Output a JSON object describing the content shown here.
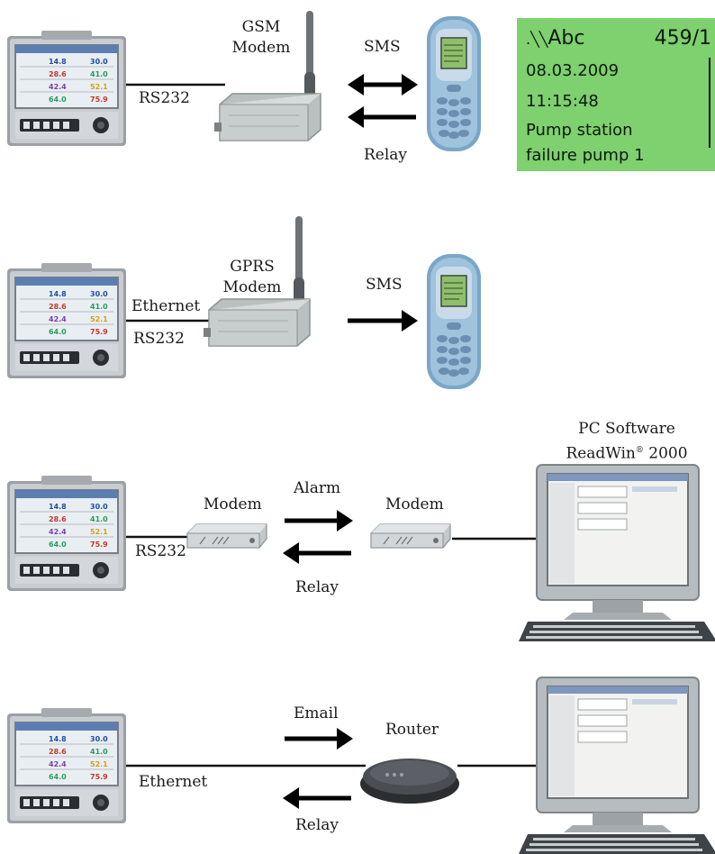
{
  "scenario1": {
    "modem_label_line1": "GSM",
    "modem_label_line2": "Modem",
    "interface_label": "RS232",
    "arrow_top_label": "SMS",
    "arrow_bottom_label": "Relay"
  },
  "lcd": {
    "header_icon_text": "Abc",
    "header_counter": "459/1",
    "date": "08.03.2009",
    "time": "11:15:48",
    "message_line1": "Pump station",
    "message_line2": "failure pump 1",
    "background_color": "#7fd06f"
  },
  "scenario2": {
    "modem_label_line1": "GPRS",
    "modem_label_line2": "Modem",
    "interface_label_line1": "Ethernet",
    "interface_label_line2": "RS232",
    "arrow_label": "SMS"
  },
  "scenario3": {
    "left_modem_label": "Modem",
    "right_modem_label": "Modem",
    "interface_label": "RS232",
    "arrow_top_label": "Alarm",
    "arrow_bottom_label": "Relay",
    "pc_label_line1": "PC Software",
    "pc_label_line2_main": "ReadWin",
    "pc_label_line2_reg": "®",
    "pc_label_line2_rest": " 2000"
  },
  "scenario4": {
    "interface_label": "Ethernet",
    "arrow_top_label": "Email",
    "arrow_bottom_label": "Relay",
    "router_label": "Router"
  },
  "recorder_readings": {
    "left": [
      "14.8",
      "28.6",
      "42.4",
      "64.0"
    ],
    "right": [
      "30.0",
      "41.0",
      "52.1",
      "75.9"
    ]
  }
}
